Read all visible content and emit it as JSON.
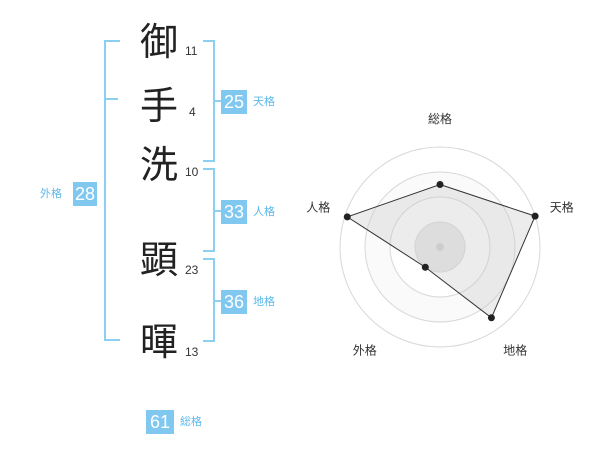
{
  "name_chars": [
    {
      "char": "御",
      "strokes": "11"
    },
    {
      "char": "手",
      "strokes": "4"
    },
    {
      "char": "洗",
      "strokes": "10"
    },
    {
      "char": "顕",
      "strokes": "23"
    },
    {
      "char": "暉",
      "strokes": "13"
    }
  ],
  "kakusu": {
    "tenkaku": {
      "value": "25",
      "label": "天格"
    },
    "jinkaku": {
      "value": "33",
      "label": "人格"
    },
    "chikaku": {
      "value": "36",
      "label": "地格"
    },
    "gaikaku": {
      "value": "28",
      "label": "外格"
    },
    "soukaku": {
      "value": "61",
      "label": "総格"
    }
  },
  "accent_color": "#81c8f0",
  "chart_data": {
    "type": "radar",
    "axes": [
      "総格",
      "天格",
      "地格",
      "外格",
      "人格"
    ],
    "levels": 4,
    "max": 4,
    "values": [
      2.5,
      4,
      3.5,
      1.0,
      3.9
    ]
  }
}
